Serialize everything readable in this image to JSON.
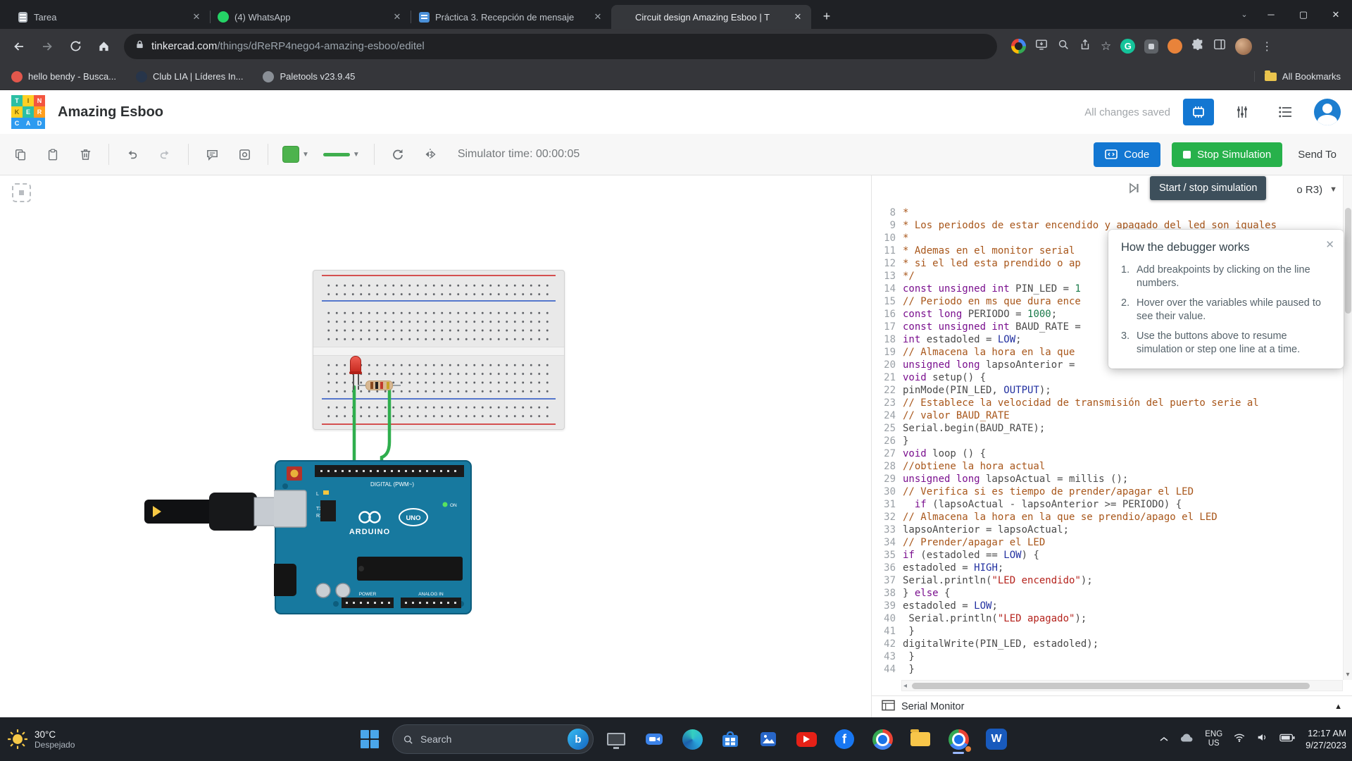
{
  "browser": {
    "tabs": [
      {
        "title": "Tarea"
      },
      {
        "title": "(4) WhatsApp"
      },
      {
        "title": "Práctica 3. Recepción de mensaje"
      },
      {
        "title": "Circuit design Amazing Esboo | T"
      }
    ],
    "url_domain": "tinkercad.com",
    "url_path": "/things/dReRP4nego4-amazing-esboo/editel",
    "bookmarks": [
      "hello bendy - Busca...",
      "Club LIA | Líderes In...",
      "Paletools v23.9.45"
    ],
    "all_bookmarks": "All Bookmarks"
  },
  "header": {
    "logo_letters": [
      "T",
      "I",
      "N",
      "K",
      "E",
      "R",
      "C",
      "A",
      "D"
    ],
    "title": "Amazing Esboo",
    "saved_status": "All changes saved"
  },
  "toolbar": {
    "sim_time": "Simulator time: 00:00:05",
    "code_label": "Code",
    "stop_label": "Stop Simulation",
    "send_to_label": "Send To"
  },
  "debug_bar": {
    "tooltip": "Start / stop simulation",
    "board_select_fragment": "o R3)"
  },
  "debugger_popup": {
    "title": "How the debugger works",
    "items": [
      "Add breakpoints by clicking on the line numbers.",
      "Hover over the variables while paused to see their value.",
      "Use the buttons above to resume simulation or step one line at a time."
    ]
  },
  "code": {
    "lines": [
      {
        "n": "8",
        "seg": [
          [
            "c",
            "*"
          ]
        ]
      },
      {
        "n": "9",
        "seg": [
          [
            "c",
            "* Los periodos de estar encendido y apagado del led son iguales"
          ]
        ]
      },
      {
        "n": "10",
        "seg": [
          [
            "c",
            "*"
          ]
        ]
      },
      {
        "n": "11",
        "seg": [
          [
            "c",
            "* Ademas en el monitor serial"
          ]
        ]
      },
      {
        "n": "12",
        "seg": [
          [
            "c",
            "* si el led esta prendido o ap"
          ]
        ]
      },
      {
        "n": "13",
        "seg": [
          [
            "c",
            "*/"
          ]
        ]
      },
      {
        "n": "14",
        "seg": [
          [
            "k",
            "const unsigned int"
          ],
          [
            "d",
            " PIN_LED = "
          ],
          [
            "n",
            "1"
          ]
        ]
      },
      {
        "n": "15",
        "seg": [
          [
            "c",
            "// Periodo en ms que dura ence"
          ]
        ]
      },
      {
        "n": "16",
        "seg": [
          [
            "k",
            "const long"
          ],
          [
            "d",
            " PERIODO = "
          ],
          [
            "n",
            "1000"
          ],
          [
            "d",
            ";"
          ]
        ]
      },
      {
        "n": "17",
        "seg": [
          [
            "k",
            "const unsigned int"
          ],
          [
            "d",
            " BAUD_RATE ="
          ]
        ]
      },
      {
        "n": "18",
        "seg": [
          [
            "k",
            "int"
          ],
          [
            "d",
            " estadoled = "
          ],
          [
            "a",
            "LOW"
          ],
          [
            "d",
            ";"
          ]
        ]
      },
      {
        "n": "19",
        "seg": [
          [
            "c",
            "// Almacena la hora en la que"
          ]
        ]
      },
      {
        "n": "20",
        "seg": [
          [
            "k",
            "unsigned long"
          ],
          [
            "d",
            " lapsoAnterior ="
          ]
        ]
      },
      {
        "n": "21",
        "seg": [
          [
            "k",
            "void"
          ],
          [
            "d",
            " setup() {"
          ]
        ]
      },
      {
        "n": "22",
        "seg": [
          [
            "d",
            "pinMode(PIN_LED, "
          ],
          [
            "a",
            "OUTPUT"
          ],
          [
            "d",
            ");"
          ]
        ]
      },
      {
        "n": "23",
        "seg": [
          [
            "c",
            "// Establece la velocidad de transmisión del puerto serie al"
          ]
        ]
      },
      {
        "n": "24",
        "seg": [
          [
            "c",
            "// valor BAUD_RATE"
          ]
        ]
      },
      {
        "n": "25",
        "seg": [
          [
            "d",
            "Serial.begin(BAUD_RATE);"
          ]
        ]
      },
      {
        "n": "26",
        "seg": [
          [
            "d",
            "}"
          ]
        ]
      },
      {
        "n": "27",
        "seg": [
          [
            "k",
            "void"
          ],
          [
            "d",
            " loop () {"
          ]
        ]
      },
      {
        "n": "28",
        "seg": [
          [
            "c",
            "//obtiene la hora actual"
          ]
        ]
      },
      {
        "n": "29",
        "seg": [
          [
            "k",
            "unsigned long"
          ],
          [
            "d",
            " lapsoActual = millis ();"
          ]
        ]
      },
      {
        "n": "30",
        "seg": [
          [
            "c",
            "// Verifica si es tiempo de prender/apagar el LED"
          ]
        ]
      },
      {
        "n": "31",
        "seg": [
          [
            "d",
            "  "
          ],
          [
            "k",
            "if"
          ],
          [
            "d",
            " (lapsoActual - lapsoAnterior >= PERIODO) {"
          ]
        ]
      },
      {
        "n": "32",
        "seg": [
          [
            "c",
            "// Almacena la hora en la que se prendio/apago el LED"
          ]
        ]
      },
      {
        "n": "33",
        "seg": [
          [
            "d",
            "lapsoAnterior = lapsoActual;"
          ]
        ]
      },
      {
        "n": "34",
        "seg": [
          [
            "c",
            "// Prender/apagar el LED"
          ]
        ]
      },
      {
        "n": "35",
        "seg": [
          [
            "k",
            "if"
          ],
          [
            "d",
            " (estadoled == "
          ],
          [
            "a",
            "LOW"
          ],
          [
            "d",
            ") {"
          ]
        ]
      },
      {
        "n": "36",
        "seg": [
          [
            "d",
            "estadoled = "
          ],
          [
            "a",
            "HIGH"
          ],
          [
            "d",
            ";"
          ]
        ]
      },
      {
        "n": "37",
        "seg": [
          [
            "d",
            "Serial.println("
          ],
          [
            "s",
            "\"LED encendido\""
          ],
          [
            "d",
            ");"
          ]
        ]
      },
      {
        "n": "38",
        "seg": [
          [
            "d",
            "} "
          ],
          [
            "k",
            "else"
          ],
          [
            "d",
            " {"
          ]
        ]
      },
      {
        "n": "39",
        "seg": [
          [
            "d",
            "estadoled = "
          ],
          [
            "a",
            "LOW"
          ],
          [
            "d",
            ";"
          ]
        ]
      },
      {
        "n": "40",
        "seg": [
          [
            "d",
            " Serial.println("
          ],
          [
            "s",
            "\"LED apagado\""
          ],
          [
            "d",
            ");"
          ]
        ]
      },
      {
        "n": "41",
        "seg": [
          [
            "d",
            " }"
          ]
        ]
      },
      {
        "n": "42",
        "seg": [
          [
            "d",
            "digitalWrite(PIN_LED, estadoled);"
          ]
        ]
      },
      {
        "n": "43",
        "seg": [
          [
            "d",
            " }"
          ]
        ]
      },
      {
        "n": "44",
        "seg": [
          [
            "d",
            " }"
          ]
        ]
      }
    ]
  },
  "serial_monitor_label": "Serial Monitor",
  "board": {
    "digital_label": "DIGITAL (PWM~)",
    "brand": "ARDUINO",
    "model": "UNO",
    "power_label": "POWER",
    "analog_label": "ANALOG IN",
    "on_label": "ON",
    "tx": "TX",
    "rx": "RX",
    "l": "L"
  },
  "taskbar": {
    "temp": "30°C",
    "condition": "Despejado",
    "search_placeholder": "Search",
    "lang_top": "ENG",
    "lang_bottom": "US",
    "time": "12:17 AM",
    "date": "9/27/2023"
  },
  "colors": {
    "accent_blue": "#1377d2",
    "sim_green": "#27b14b",
    "wire_green": "#2fae4d",
    "led_red": "#c72a20"
  }
}
